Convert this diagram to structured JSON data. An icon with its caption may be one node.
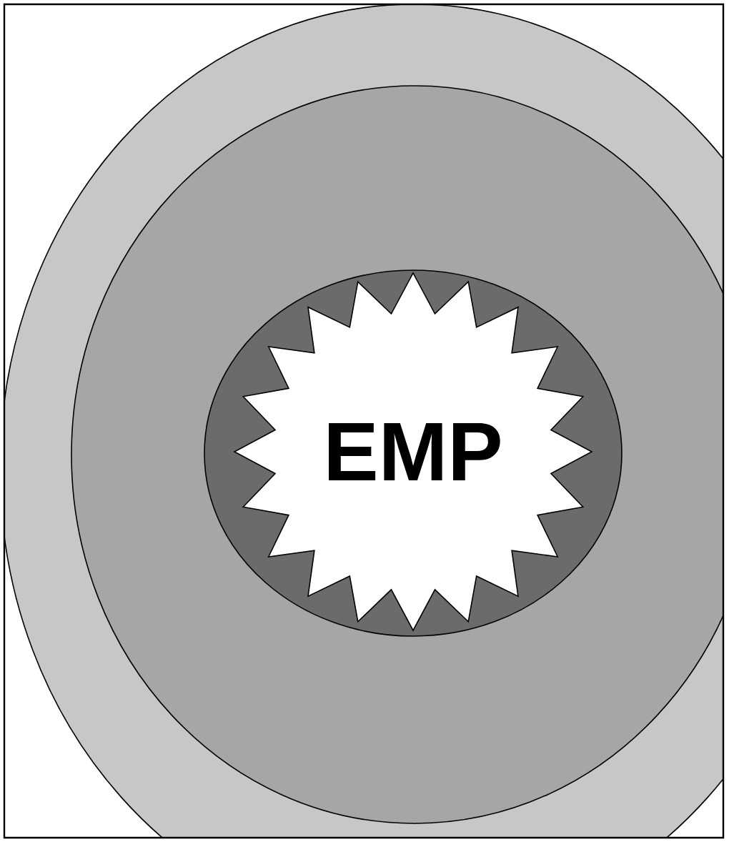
{
  "diagram": {
    "nodes": [
      {
        "text": [],
        "shape": "circle"
      },
      {
        "text": [],
        "shape": "circle",
        "in": 0
      },
      {
        "text": [],
        "shape": "circle",
        "in": 1
      },
      {
        "text": [
          "EMP"
        ],
        "in": 2
      }
    ]
  }
}
